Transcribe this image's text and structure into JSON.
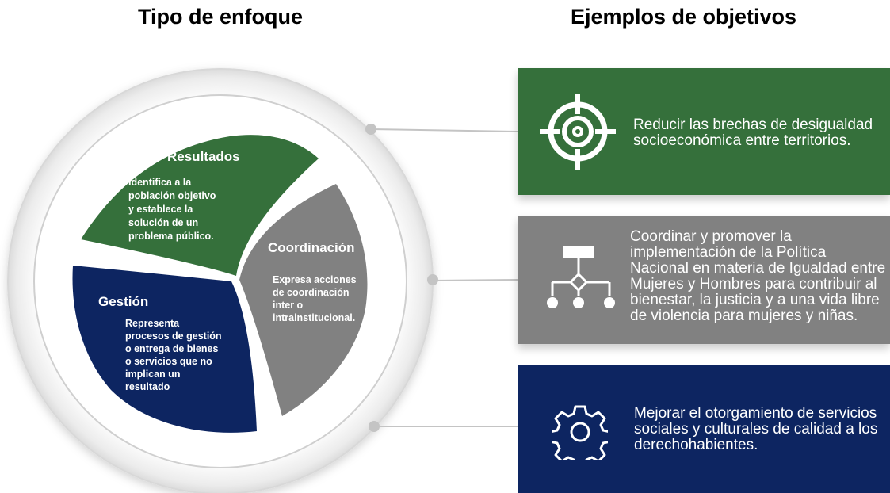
{
  "headings": {
    "left": "Tipo de enfoque",
    "right": "Ejemplos de objetivos"
  },
  "colors": {
    "green": "#35703b",
    "gray": "#818181",
    "navy": "#0d2561"
  },
  "segments": {
    "resultados": {
      "title": "Resultados",
      "description": "Identifica a la\npoblación objetivo\ny establece la\nsolución de un\nproblema público."
    },
    "coordinacion": {
      "title": "Coordinación",
      "description": "Expresa acciones\nde coordinación\ninter o\nintrainstitucional."
    },
    "gestion": {
      "title": "Gestión",
      "description": "Representa\nprocesos de gestión\no entrega de bienes\no servicios que no\nimplican un\nresultado"
    }
  },
  "cards": [
    {
      "icon": "target-icon",
      "text": "Reducir las brechas de desigualdad\nsocioeconómica entre territorios."
    },
    {
      "icon": "hierarchy-icon",
      "text": "Coordinar y promover la\nimplementación de la Política\nNacional en materia de Igualdad entre\nMujeres y Hombres para contribuir al\nbienestar, la justicia y a una vida libre\nde violencia para mujeres y niñas."
    },
    {
      "icon": "gear-icon",
      "text": "Mejorar el otorgamiento de servicios\nsociales y culturales de calidad a los\nderechohabientes."
    }
  ]
}
